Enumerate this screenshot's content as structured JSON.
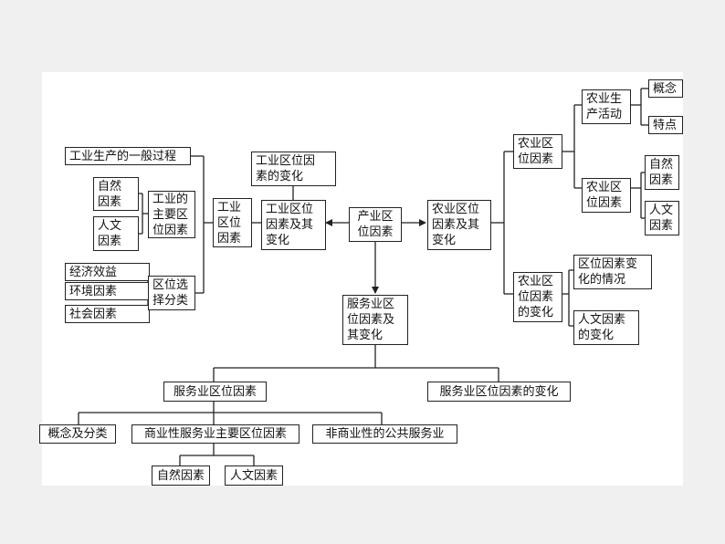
{
  "colors": {
    "line": "#222222",
    "box_border": "#222222",
    "canvas": "#ffffff",
    "backdrop": "#f0f0f0"
  },
  "nodes": {
    "industry_general_process": "工业生产的一般过程",
    "natural_factors_a": "自然\n因素",
    "human_factors_a": "人文\n因素",
    "industry_main_factors": "工业的\n主要区\n位因素",
    "economic_benefit": "经济效益",
    "environmental_factors": "环境因素",
    "social_factors": "社会因素",
    "location_selection": "区位选\n择分类",
    "industry_location_factors": "工业\n区位\n因素",
    "industry_factor_change": "工业区位因\n素的变化",
    "industry_factors_and_change": "工业区位\n因素及其\n变化",
    "industry_sector_factors": "产业区\n位因素",
    "agri_factors_and_change": "农业区位\n因素及其\n变化",
    "agri_location_factors": "农业区\n位因素",
    "agri_production": "农业生\n产活动",
    "concept": "概念",
    "features": "特点",
    "agri_location_factors_b": "农业区\n位因素",
    "natural_factors_b": "自然\n因素",
    "human_factors_b": "人文\n因素",
    "agri_factor_change": "农业区\n位因素\n的变化",
    "factor_change_situation": "区位因素变\n化的情况",
    "human_factor_change": "人文因素\n的变化",
    "service_factors_and_change": "服务业区\n位因素及\n其变化",
    "service_location_factors": "服务业区位因素",
    "service_factor_change": "服务业区位因素的变化",
    "concept_and_classification": "概念及分类",
    "commercial_service_factors": "商业性服务业主要区位因素",
    "noncommercial_public_service": "非商业性的公共服务业",
    "natural_factors_c": "自然因素",
    "human_factors_c": "人文因素"
  }
}
